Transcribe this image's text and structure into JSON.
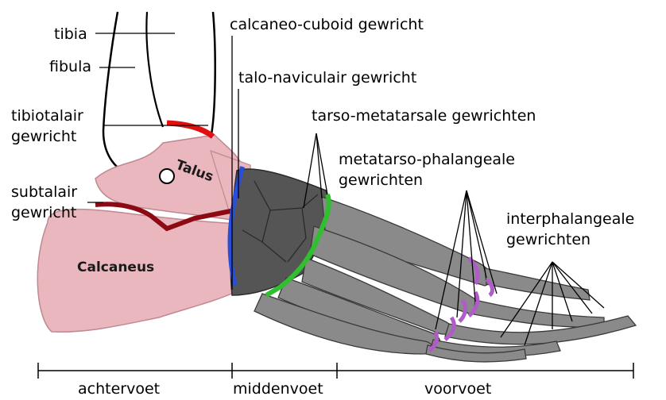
{
  "bones": {
    "talus": "Talus",
    "calcaneus": "Calcaneus"
  },
  "labels": {
    "tibia": "tibia",
    "fibula": "fibula",
    "tibiotalair_1": "tibiotalair",
    "tibiotalair_2": "gewricht",
    "subtalair_1": "subtalair",
    "subtalair_2": "gewricht",
    "calcaneo_cuboid": "calcaneo-cuboid gewricht",
    "talo_naviculair": "talo-naviculair gewricht",
    "tarso_metatarsale": "tarso-metatarsale gewrichten",
    "metatarso_1": "metatarso-phalangeale",
    "metatarso_2": "gewrichten",
    "interphalangeale_1": "interphalangeale",
    "interphalangeale_2": "gewrichten"
  },
  "regions": {
    "achtervoet": "achtervoet",
    "middenvoet": "middenvoet",
    "voorvoet": "voorvoet"
  },
  "colors": {
    "hindfoot_bone": "#e9b7bd",
    "midfoot_bone": "#555555",
    "forefoot_bone": "#8a8a8a",
    "tibiotalar_joint": "#e01010",
    "subtalar_joint": "#8b0a14",
    "calcaneocuboid_joint": "#2a4fd6",
    "tarsometatarsal_joint": "#2fbf2f",
    "phalangeal_joints": "#b05cc8"
  }
}
